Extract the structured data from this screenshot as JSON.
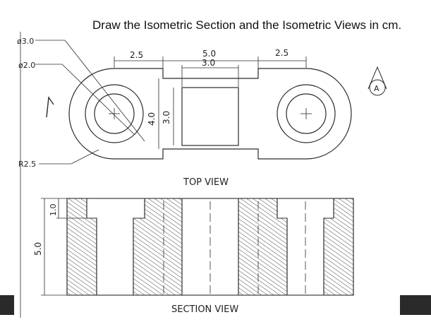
{
  "title": "Draw the Isometric Section and the Isometric Views in cm.",
  "top_view": {
    "label": "TOP VIEW",
    "dim_left_width": "2.5",
    "dim_outer_width": "5.0",
    "dim_inner_width": "3.0",
    "dim_right_width": "2.5",
    "dim_outer_height": "4.0",
    "dim_inner_height": "3.0",
    "dim_large_diameter": "ø3.0",
    "dim_small_diameter": "ø2.0",
    "dim_radius": "R2.5",
    "direction_marker": "A"
  },
  "section_view": {
    "label": "SECTION VIEW",
    "dim_height": "5.0",
    "dim_counterbore_depth": "1.0"
  },
  "colors": {
    "line": "#2b2b2b",
    "paper": "#ffffff",
    "corner": "#2a2a2a"
  }
}
